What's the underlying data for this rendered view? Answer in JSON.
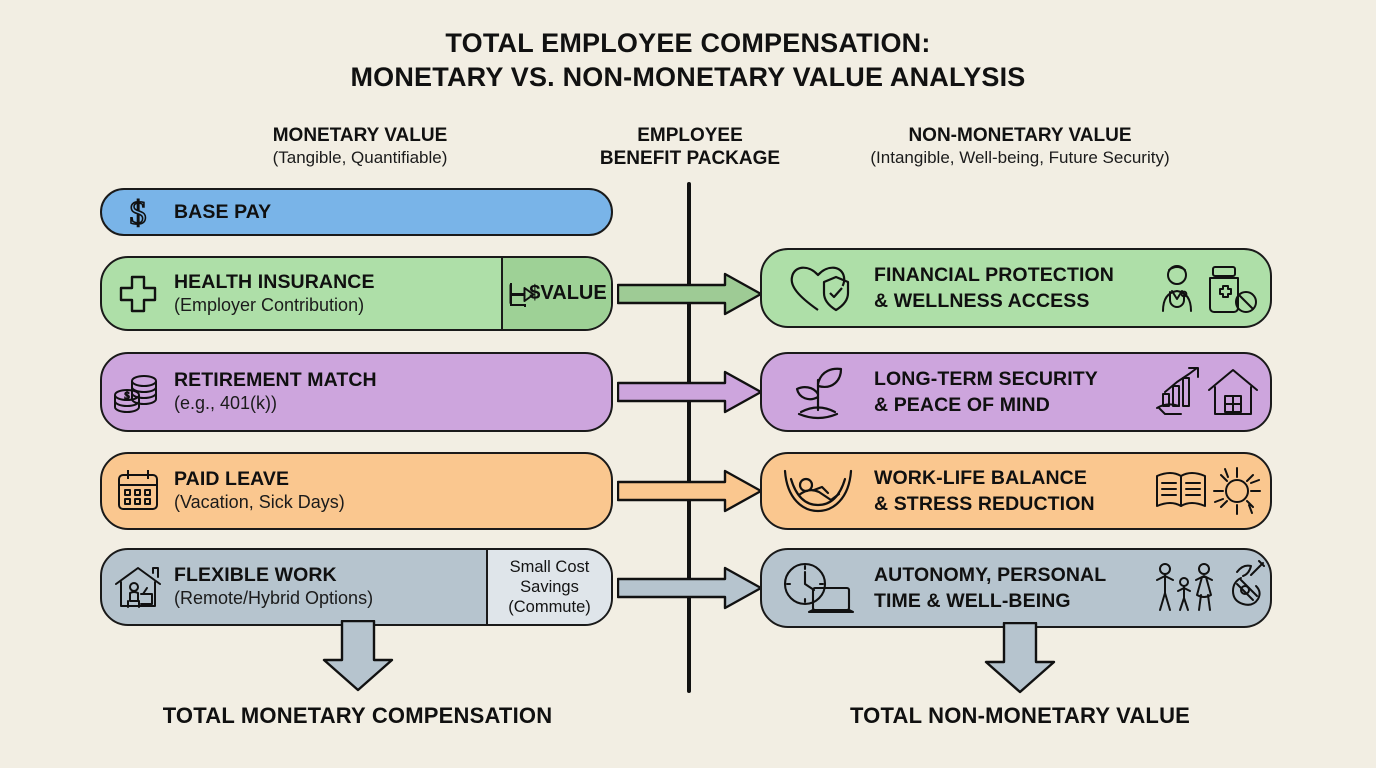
{
  "title": {
    "line1": "TOTAL EMPLOYEE COMPENSATION:",
    "line2": "MONETARY VS. NON-MONETARY VALUE ANALYSIS"
  },
  "headers": {
    "monetary": {
      "main": "MONETARY VALUE",
      "sub": "(Tangible, Quantifiable)"
    },
    "center": {
      "main": "EMPLOYEE",
      "sub": "BENEFIT PACKAGE"
    },
    "nonmonetary": {
      "main": "NON-MONETARY VALUE",
      "sub": "(Intangible, Well-being, Future Security)"
    }
  },
  "colors": {
    "background": "#f2eee3",
    "outline": "#1a1a1a",
    "blue": "#79b4e8",
    "green": "#aedfa8",
    "green_dark": "#9ed196",
    "purple": "#cda5dd",
    "orange": "#fac78f",
    "slate": "#b6c4ce",
    "slate_light": "#dfe5ea"
  },
  "left_rows": [
    {
      "id": "basepay",
      "icon": "dollar-sign-icon",
      "main": "BASE PAY",
      "sub": "",
      "color": "#79b4e8",
      "subpanel": null
    },
    {
      "id": "health",
      "icon": "medical-cross-icon",
      "main": "HEALTH INSURANCE",
      "sub": "(Employer Contribution)",
      "color": "#aedfa8",
      "subpanel": {
        "text": "$VALUE",
        "color": "#9ed196"
      }
    },
    {
      "id": "retirement",
      "icon": "coin-stack-icon",
      "main": "RETIREMENT MATCH",
      "sub": "(e.g., 401(k))",
      "color": "#cda5dd",
      "subpanel": null
    },
    {
      "id": "paidleave",
      "icon": "calendar-icon",
      "main": "PAID LEAVE",
      "sub": "(Vacation, Sick Days)",
      "color": "#fac78f",
      "subpanel": null
    },
    {
      "id": "flexwork",
      "icon": "home-office-icon",
      "main": "FLEXIBLE WORK",
      "sub": "(Remote/Hybrid Options)",
      "color": "#b6c4ce",
      "subpanel": {
        "line1": "Small Cost",
        "line2": "Savings",
        "line3": "(Commute)",
        "color": "#dfe5ea"
      }
    }
  ],
  "right_rows": [
    {
      "id": "financial",
      "icon_left": "heart-shield-icon",
      "line1": "FINANCIAL PROTECTION",
      "line2": "& WELLNESS ACCESS",
      "icons_right": [
        "doctor-icon",
        "medicine-bottle-icon"
      ],
      "color": "#aedfa8"
    },
    {
      "id": "longterm",
      "icon_left": "sprout-icon",
      "line1": "LONG-TERM SECURITY",
      "line2": "& PEACE OF MIND",
      "icons_right": [
        "growth-chart-icon",
        "house-icon"
      ],
      "color": "#cda5dd"
    },
    {
      "id": "worklife",
      "icon_left": "hammock-icon",
      "line1": "WORK-LIFE BALANCE",
      "line2": "& STRESS REDUCTION",
      "icons_right": [
        "open-book-icon",
        "sun-icon"
      ],
      "color": "#fac78f"
    },
    {
      "id": "autonomy",
      "icon_left": "clock-laptop-icon",
      "line1": "AUTONOMY, PERSONAL",
      "line2": "TIME & WELL-BEING",
      "icons_right": [
        "family-icon",
        "guitar-icon"
      ],
      "color": "#b6c4ce"
    }
  ],
  "connectors": [
    {
      "row": "health",
      "color": "#9ecb95"
    },
    {
      "row": "retirement",
      "color": "#cda5dd"
    },
    {
      "row": "paidleave",
      "color": "#fac78f"
    },
    {
      "row": "flexwork",
      "color": "#b6c4ce"
    }
  ],
  "totals": {
    "left": "TOTAL MONETARY COMPENSATION",
    "right": "TOTAL NON-MONETARY VALUE"
  }
}
